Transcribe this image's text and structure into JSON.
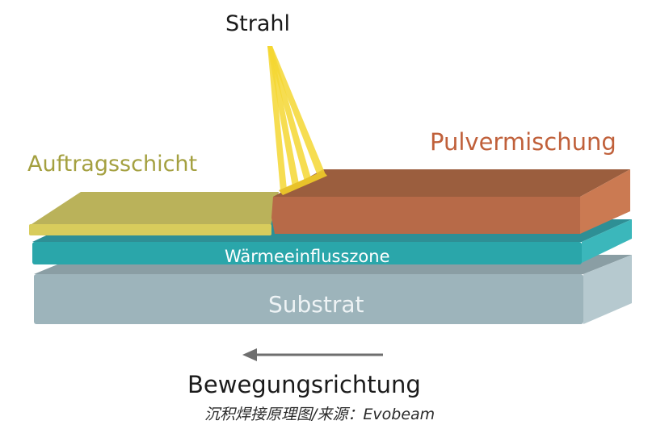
{
  "labels": {
    "beam": "Strahl",
    "deposit_layer": "Auftragsschicht",
    "powder_mix": "Pulvermischung",
    "heat_affected_zone": "Wärmeeinflusszone",
    "substrate": "Substrat",
    "direction": "Bewegungsrichtung"
  },
  "caption": "沉积焊接原理图/来源：Evobeam",
  "colors": {
    "deposit_top": "#bab25a",
    "deposit_front": "#d8cc5c",
    "powder_top": "#9b5e3e",
    "powder_front": "#b76a48",
    "powder_side": "#cb7a52",
    "haz_top": "#2e8f95",
    "haz_front": "#2aa6aa",
    "substrate_top": "#8a9ea4",
    "substrate_front": "#9db4bb",
    "beam": "#f5d733",
    "arrow": "#6e6e6e"
  },
  "icons": {
    "direction_arrow": "arrow-left-icon"
  }
}
